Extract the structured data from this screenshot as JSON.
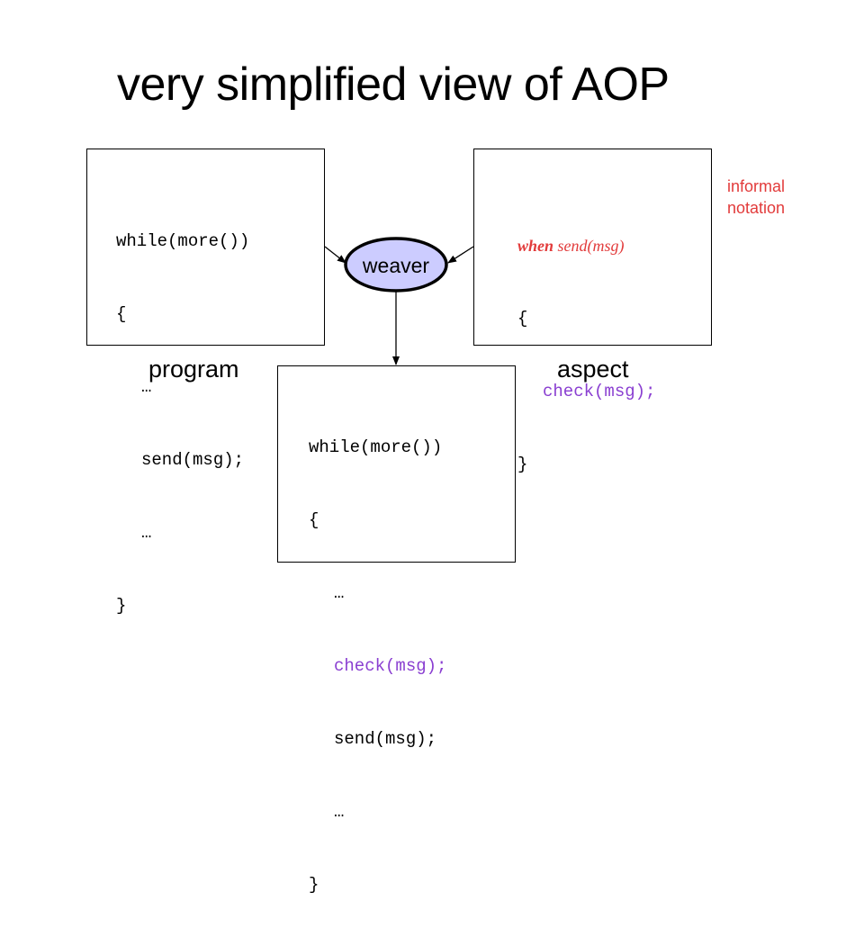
{
  "title": "very simplified view of AOP",
  "program": {
    "label": "program",
    "lines": [
      "while(more())",
      "{",
      "…",
      "send(msg);",
      "…",
      "}"
    ]
  },
  "aspect": {
    "label": "aspect",
    "when_keyword": "when",
    "when_rest": "send(msg)",
    "lines": [
      "{",
      "check(msg);",
      "}"
    ],
    "note_line1": "informal",
    "note_line2": "notation"
  },
  "weaver": {
    "label": "weaver",
    "fill": "#ccccff"
  },
  "result": {
    "lines": [
      "while(more())",
      "{",
      "…",
      "check(msg);",
      "send(msg);",
      "…",
      "}"
    ]
  },
  "colors": {
    "advice": "#8a3fd1",
    "annotation": "#e23b3b"
  }
}
